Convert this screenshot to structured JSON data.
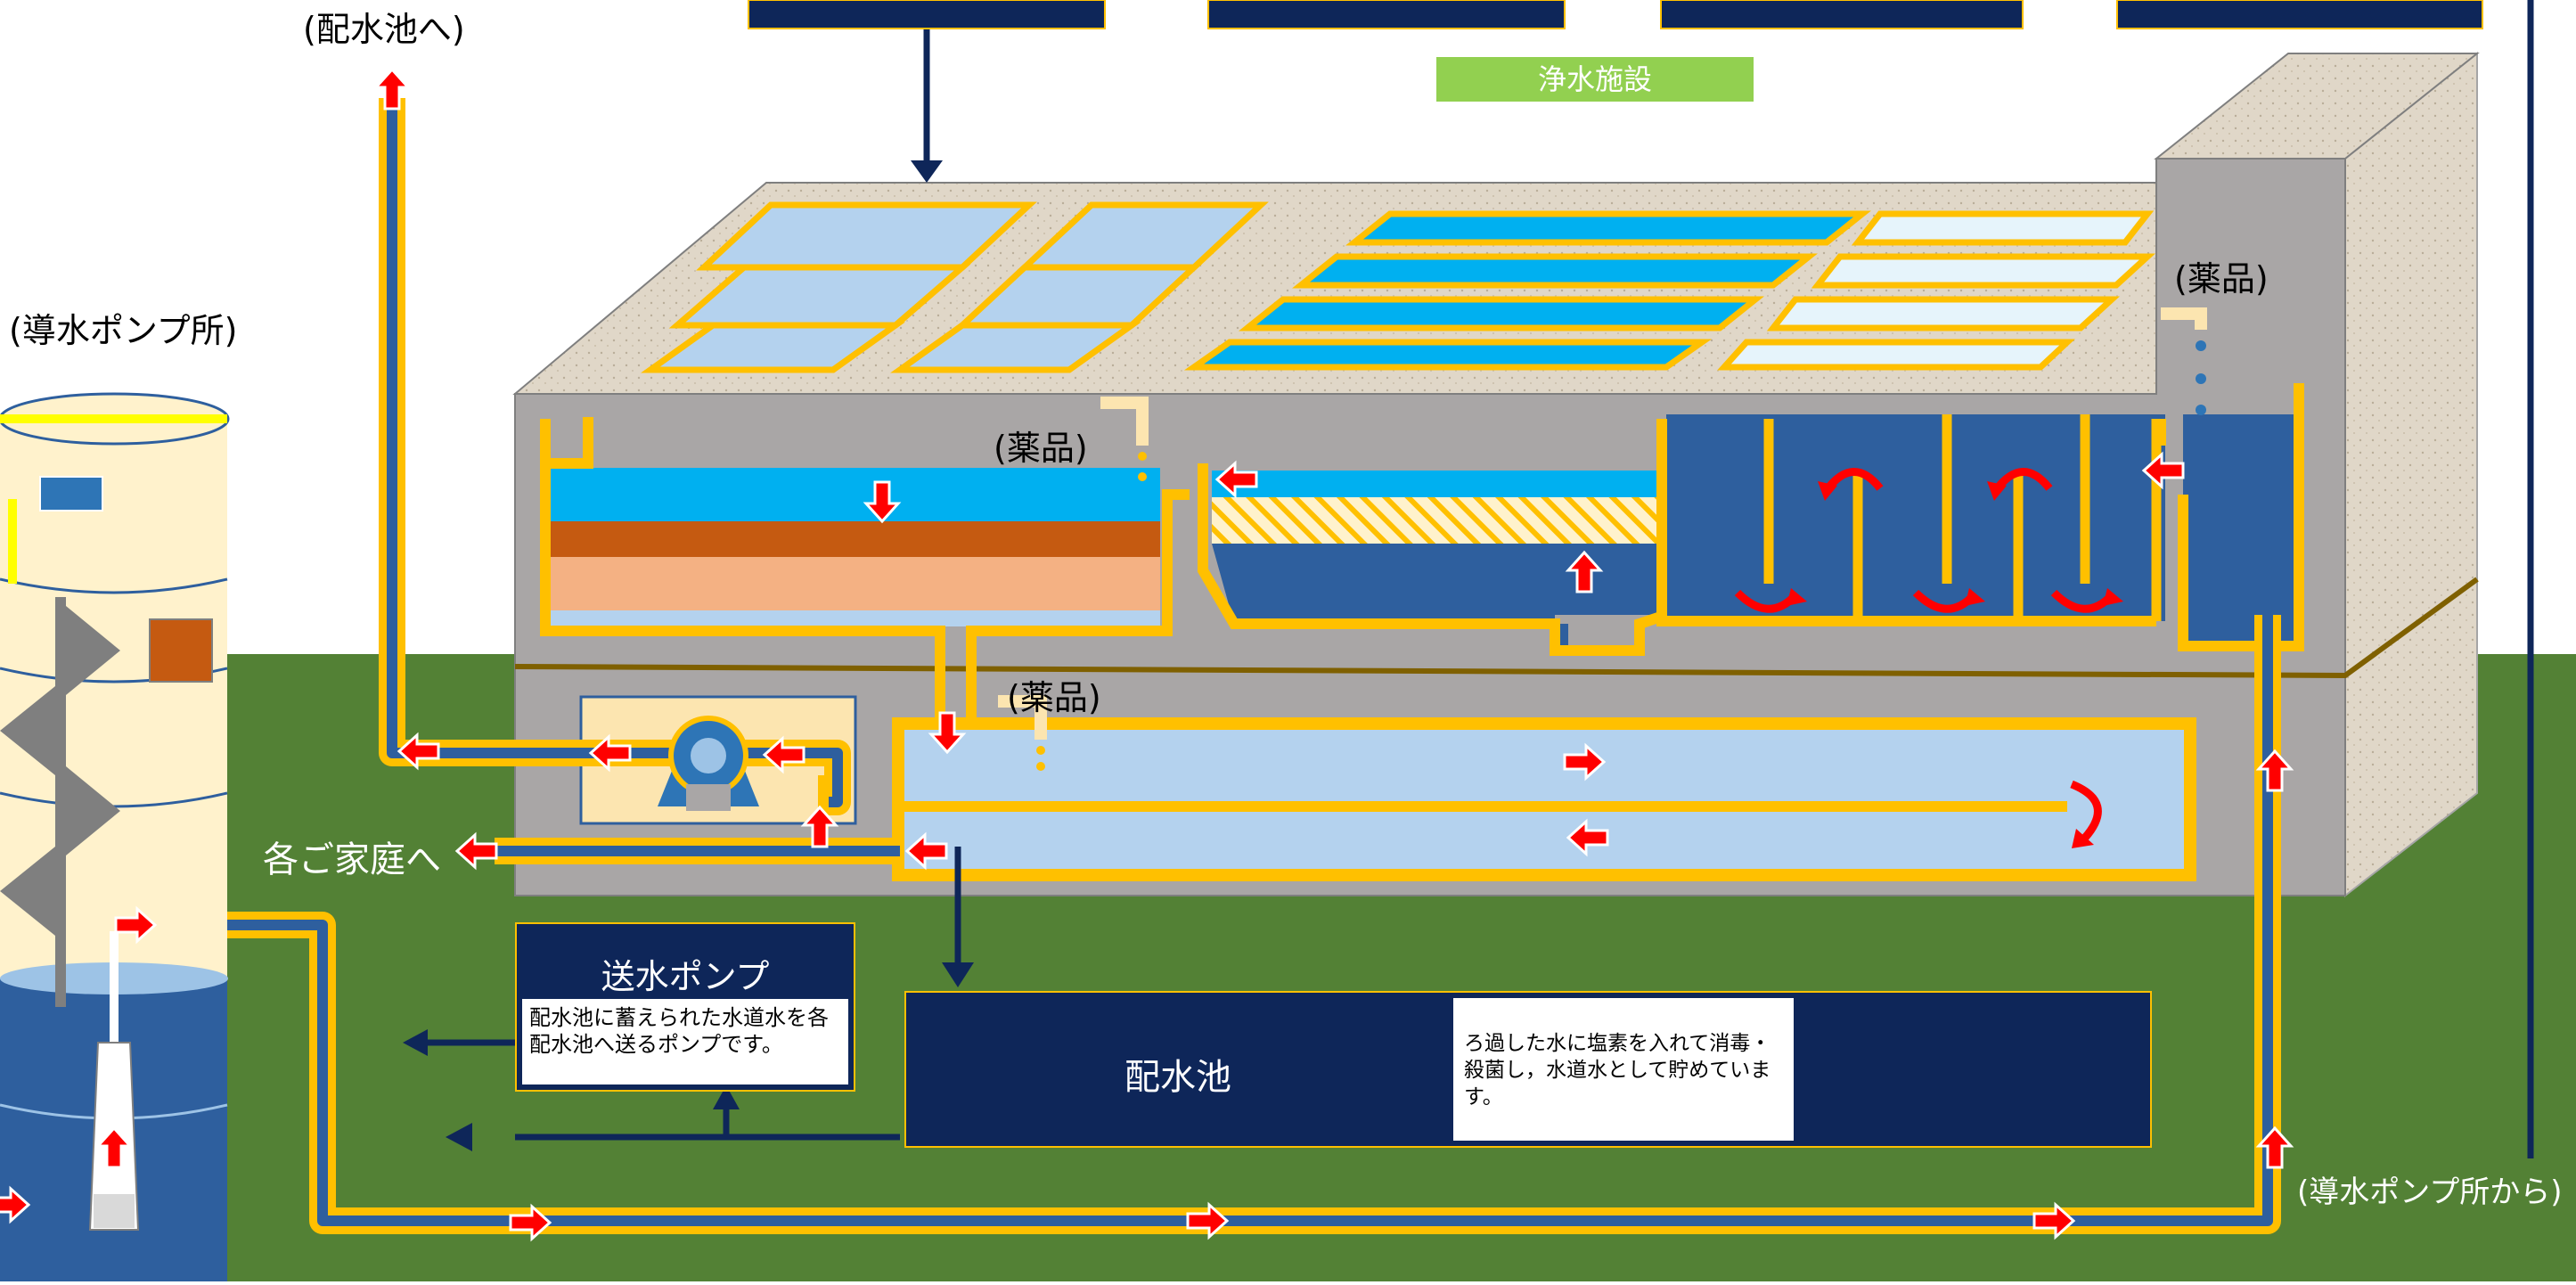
{
  "labels": {
    "to_reservoir": "(配水池へ)",
    "intake_pump_station": "(導水ポンプ所)",
    "to_each_home": "各ご家庭へ",
    "from_intake_pump_station": "(導水ポンプ所から)",
    "chemical": "(薬品)"
  },
  "facility_badge": "浄水施設",
  "pump_box": {
    "title": "送水ポンプ",
    "note": "配水池に蓄えられた水道水を各配水池へ送るポンプです。"
  },
  "reservoir_box": {
    "title": "配水池",
    "note": "ろ過した水に塩素を入れて消毒・殺菌し，水道水として貯めています。"
  },
  "colors": {
    "ground": "#538135",
    "navy": "#0e2659",
    "pipe": "#ffc000",
    "water_dark": "#2e5f9e",
    "water_light": "#b4d2ee",
    "water_cyan": "#00b0f0",
    "concrete": "#a9a6a6",
    "top_surface": "#e0d7c8",
    "flow_arrow": "#ff0000",
    "badge": "#92d050",
    "tower": "#fff2cc"
  },
  "icons": [
    "pump-icon",
    "flow-arrow-icon",
    "chemical-drip-icon",
    "stairs-icon",
    "well-pump-icon"
  ]
}
